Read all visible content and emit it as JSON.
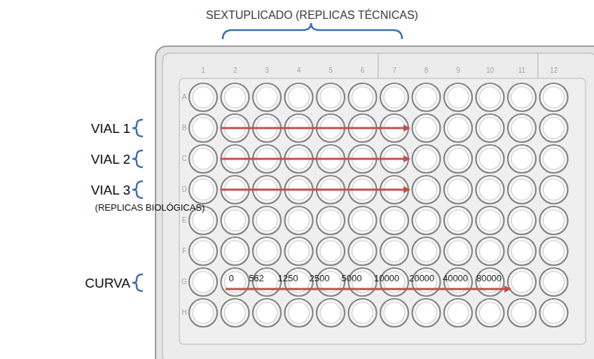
{
  "diagram": {
    "labels": [
      "SEXTUPLICADO (REPLICAS TÉCNICAS)",
      "1",
      "2",
      "3",
      "4",
      "5",
      "6",
      "7",
      "8",
      "9",
      "10",
      "11",
      "12",
      "A",
      "B",
      "C",
      "D",
      "E",
      "F",
      "G",
      "H",
      "VIAL 1",
      "VIAL 2",
      "VIAL 3",
      "(REPLICAS BIOLÓGICAS)",
      "CURVA",
      "0",
      "562",
      "1250",
      "2500",
      "5000",
      "10000",
      "20000",
      "40000",
      "80000"
    ]
  }
}
